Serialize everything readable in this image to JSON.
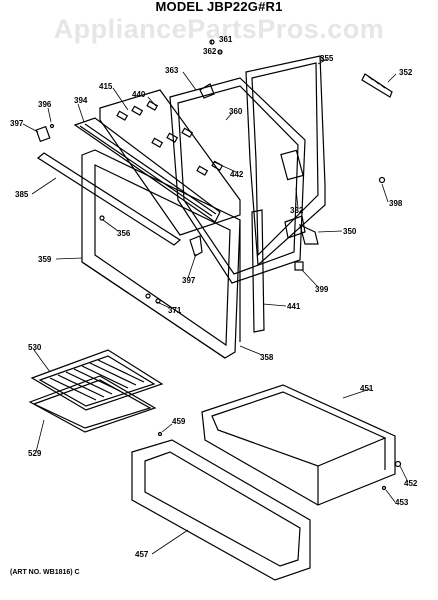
{
  "header": {
    "model": "MODEL JBP22G#R1",
    "watermark": "AppliancePartsPros.com"
  },
  "footer": {
    "art_no": "(ART NO. WB1816) C"
  },
  "parts": [
    {
      "num": "361"
    },
    {
      "num": "362"
    },
    {
      "num": "355"
    },
    {
      "num": "352"
    },
    {
      "num": "363"
    },
    {
      "num": "415"
    },
    {
      "num": "440"
    },
    {
      "num": "360"
    },
    {
      "num": "396"
    },
    {
      "num": "394"
    },
    {
      "num": "397"
    },
    {
      "num": "442"
    },
    {
      "num": "332"
    },
    {
      "num": "398"
    },
    {
      "num": "385"
    },
    {
      "num": "356"
    },
    {
      "num": "350"
    },
    {
      "num": "359"
    },
    {
      "num": "397"
    },
    {
      "num": "399"
    },
    {
      "num": "371"
    },
    {
      "num": "441"
    },
    {
      "num": "358"
    },
    {
      "num": "530"
    },
    {
      "num": "451"
    },
    {
      "num": "529"
    },
    {
      "num": "459"
    },
    {
      "num": "452"
    },
    {
      "num": "453"
    },
    {
      "num": "457"
    }
  ]
}
